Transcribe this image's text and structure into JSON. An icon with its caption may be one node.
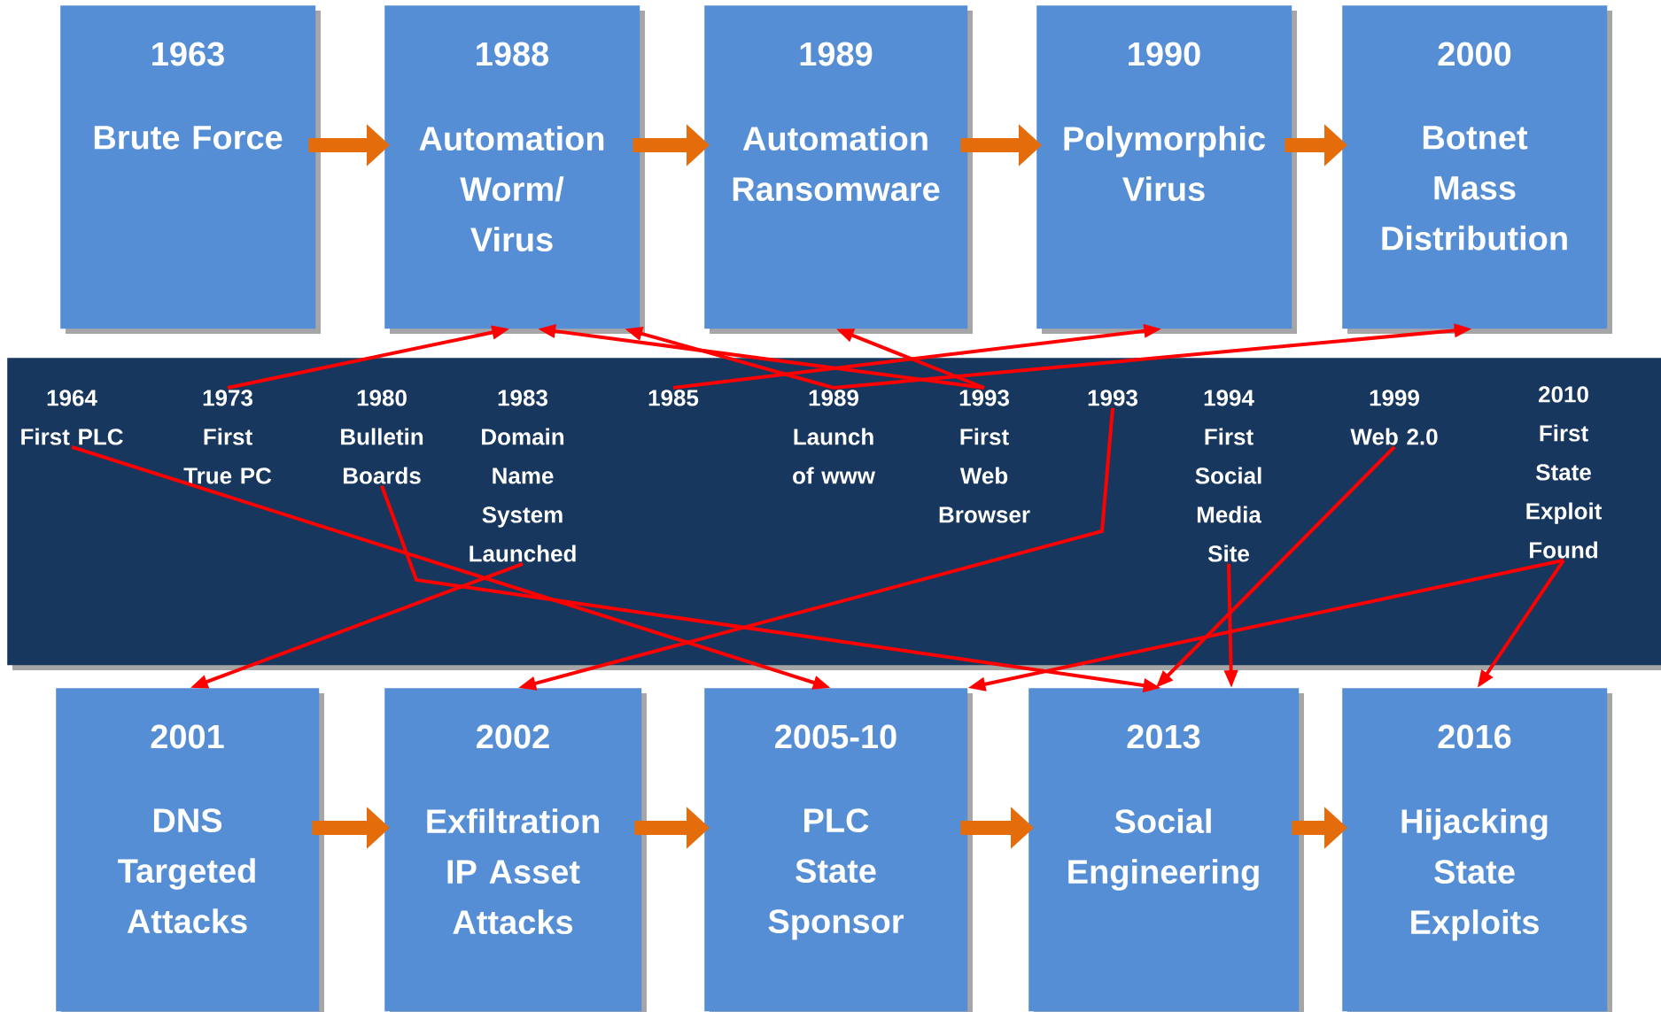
{
  "diagram": {
    "nodes": [
      {
        "text": [
          "1963",
          "Brute Force"
        ]
      },
      {
        "text": [
          "1988",
          "Automation Worm/ Virus"
        ]
      },
      {
        "text": [
          "1989",
          "Automation Ransomware"
        ]
      },
      {
        "text": [
          "1990",
          "Polymorphic Virus"
        ]
      },
      {
        "text": [
          "2000",
          "Botnet Mass Distribution"
        ]
      },
      {
        "text": [],
        "shape": "box"
      },
      {
        "text": [
          "1964",
          "First PLC"
        ],
        "in": 5
      },
      {
        "text": [
          "1973",
          "First True PC"
        ],
        "in": 5
      },
      {
        "text": [
          "1980",
          "Bulletin Boards"
        ],
        "in": 5
      },
      {
        "text": [
          "1983",
          "Domain Name System Launched"
        ],
        "in": 5
      },
      {
        "text": [
          "1985"
        ],
        "in": 5
      },
      {
        "text": [
          "1989",
          "Launch of www"
        ],
        "in": 5
      },
      {
        "text": [
          "1993",
          "First Web Browser"
        ],
        "in": 5
      },
      {
        "text": [
          "1993"
        ],
        "in": 5
      },
      {
        "text": [
          "1994",
          "First Social Media Site"
        ],
        "in": 5
      },
      {
        "text": [
          "1999",
          "Web 2.0"
        ],
        "in": 5
      },
      {
        "text": [
          "2010",
          "First State Exploit Found"
        ],
        "in": 5
      },
      {
        "text": [
          "2001",
          "DNS Targeted Attacks"
        ]
      },
      {
        "text": [
          "2002",
          "Exfiltration IP Asset Attacks"
        ]
      },
      {
        "text": [
          "2005-10",
          "PLC State Sponsor"
        ]
      },
      {
        "text": [
          "2013",
          "Social Engineering"
        ]
      },
      {
        "text": [
          "2016",
          "Hijacking State Exploits"
        ]
      }
    ],
    "edges": [
      {
        "from": 0,
        "to": 1,
        "arrow": "to",
        "style": "thick",
        "color": "#e46c0a"
      },
      {
        "from": 1,
        "to": 2,
        "arrow": "to",
        "style": "thick",
        "color": "#e46c0a"
      },
      {
        "from": 2,
        "to": 3,
        "arrow": "to",
        "style": "thick",
        "color": "#e46c0a"
      },
      {
        "from": 3,
        "to": 4,
        "arrow": "to",
        "style": "thick",
        "color": "#e46c0a"
      },
      {
        "from": 7,
        "to": 1,
        "arrow": "to"
      },
      {
        "from": 10,
        "to": 3,
        "arrow": "to"
      },
      {
        "from": 11,
        "to": 1,
        "arrow": "to"
      },
      {
        "from": 11,
        "to": 4,
        "arrow": "to"
      },
      {
        "from": 12,
        "to": 1,
        "arrow": "to"
      },
      {
        "from": 12,
        "to": 2,
        "arrow": "to"
      },
      {
        "from": 6,
        "to": 19,
        "arrow": "to"
      },
      {
        "from": 8,
        "to": 20,
        "arrow": "to"
      },
      {
        "from": 9,
        "to": 17,
        "arrow": "to"
      },
      {
        "from": 13,
        "to": 18,
        "arrow": "to"
      },
      {
        "from": 14,
        "to": 20,
        "arrow": "to"
      },
      {
        "from": 15,
        "to": 20,
        "arrow": "to"
      },
      {
        "from": 16,
        "to": 21,
        "arrow": "to"
      },
      {
        "from": 16,
        "to": 19,
        "arrow": "to"
      },
      {
        "from": 17,
        "to": 18,
        "arrow": "to",
        "style": "thick",
        "color": "#e46c0a"
      },
      {
        "from": 18,
        "to": 19,
        "arrow": "to",
        "style": "thick",
        "color": "#e46c0a"
      },
      {
        "from": 19,
        "to": 20,
        "arrow": "to",
        "style": "thick",
        "color": "#e46c0a"
      },
      {
        "from": 20,
        "to": 21,
        "arrow": "to",
        "style": "thick",
        "color": "#e46c0a"
      }
    ]
  }
}
